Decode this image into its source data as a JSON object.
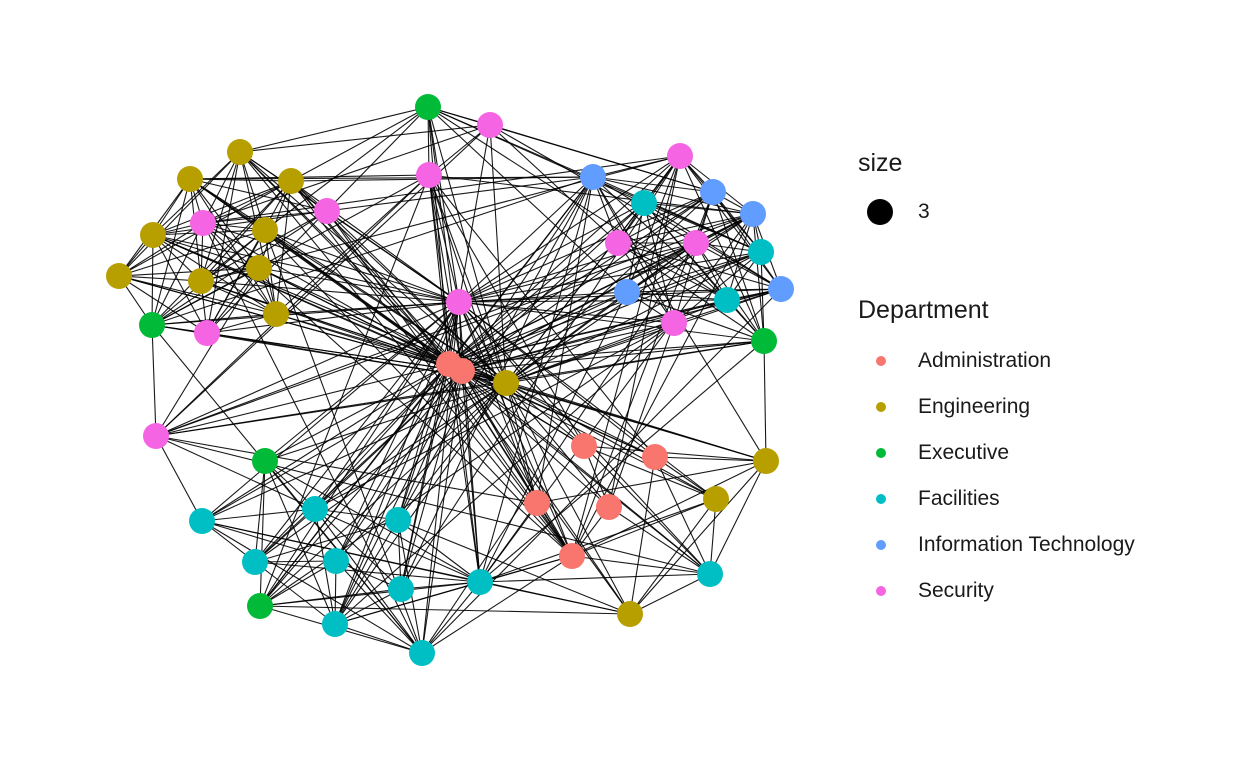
{
  "legend": {
    "size_title": "size",
    "size_value": "3",
    "department_title": "Department",
    "departments": [
      {
        "label": "Administration",
        "color": "#F8766D"
      },
      {
        "label": "Engineering",
        "color": "#B79F00"
      },
      {
        "label": "Executive",
        "color": "#00BA38"
      },
      {
        "label": "Facilities",
        "color": "#00BFC4"
      },
      {
        "label": "Information Technology",
        "color": "#619CFF"
      },
      {
        "label": "Security",
        "color": "#F564E3"
      }
    ]
  },
  "graph": {
    "edge_color": "#000000",
    "nodes": [
      {
        "id": "adm1",
        "department": "Administration"
      },
      {
        "id": "adm2",
        "department": "Administration"
      },
      {
        "id": "adm3",
        "department": "Administration"
      },
      {
        "id": "adm4",
        "department": "Administration"
      },
      {
        "id": "adm5",
        "department": "Administration"
      },
      {
        "id": "adm6",
        "department": "Administration"
      },
      {
        "id": "adm7",
        "department": "Administration"
      },
      {
        "id": "eng1",
        "department": "Engineering"
      },
      {
        "id": "eng2",
        "department": "Engineering"
      },
      {
        "id": "eng3",
        "department": "Engineering"
      },
      {
        "id": "eng4",
        "department": "Engineering"
      },
      {
        "id": "eng5",
        "department": "Engineering"
      },
      {
        "id": "eng6",
        "department": "Engineering"
      },
      {
        "id": "eng7",
        "department": "Engineering"
      },
      {
        "id": "eng8",
        "department": "Engineering"
      },
      {
        "id": "eng9",
        "department": "Engineering"
      },
      {
        "id": "eng10",
        "department": "Engineering"
      },
      {
        "id": "eng11",
        "department": "Engineering"
      },
      {
        "id": "eng12",
        "department": "Engineering"
      },
      {
        "id": "eng13",
        "department": "Engineering"
      },
      {
        "id": "exe1",
        "department": "Executive"
      },
      {
        "id": "exe2",
        "department": "Executive"
      },
      {
        "id": "exe3",
        "department": "Executive"
      },
      {
        "id": "exe4",
        "department": "Executive"
      },
      {
        "id": "exe5",
        "department": "Executive"
      },
      {
        "id": "fac1",
        "department": "Facilities"
      },
      {
        "id": "fac2",
        "department": "Facilities"
      },
      {
        "id": "fac3",
        "department": "Facilities"
      },
      {
        "id": "fac4",
        "department": "Facilities"
      },
      {
        "id": "fac5",
        "department": "Facilities"
      },
      {
        "id": "fac6",
        "department": "Facilities"
      },
      {
        "id": "fac7",
        "department": "Facilities"
      },
      {
        "id": "fac8",
        "department": "Facilities"
      },
      {
        "id": "fac9",
        "department": "Facilities"
      },
      {
        "id": "fac10",
        "department": "Facilities"
      },
      {
        "id": "fac11",
        "department": "Facilities"
      },
      {
        "id": "fac12",
        "department": "Facilities"
      },
      {
        "id": "fac13",
        "department": "Facilities"
      },
      {
        "id": "it1",
        "department": "Information Technology"
      },
      {
        "id": "it2",
        "department": "Information Technology"
      },
      {
        "id": "it3",
        "department": "Information Technology"
      },
      {
        "id": "it4",
        "department": "Information Technology"
      },
      {
        "id": "it5",
        "department": "Information Technology"
      },
      {
        "id": "sec1",
        "department": "Security"
      },
      {
        "id": "sec2",
        "department": "Security"
      },
      {
        "id": "sec3",
        "department": "Security"
      },
      {
        "id": "sec4",
        "department": "Security"
      },
      {
        "id": "sec5",
        "department": "Security"
      },
      {
        "id": "sec6",
        "department": "Security"
      },
      {
        "id": "sec7",
        "department": "Security"
      },
      {
        "id": "sec8",
        "department": "Security"
      },
      {
        "id": "sec9",
        "department": "Security"
      }
    ]
  }
}
